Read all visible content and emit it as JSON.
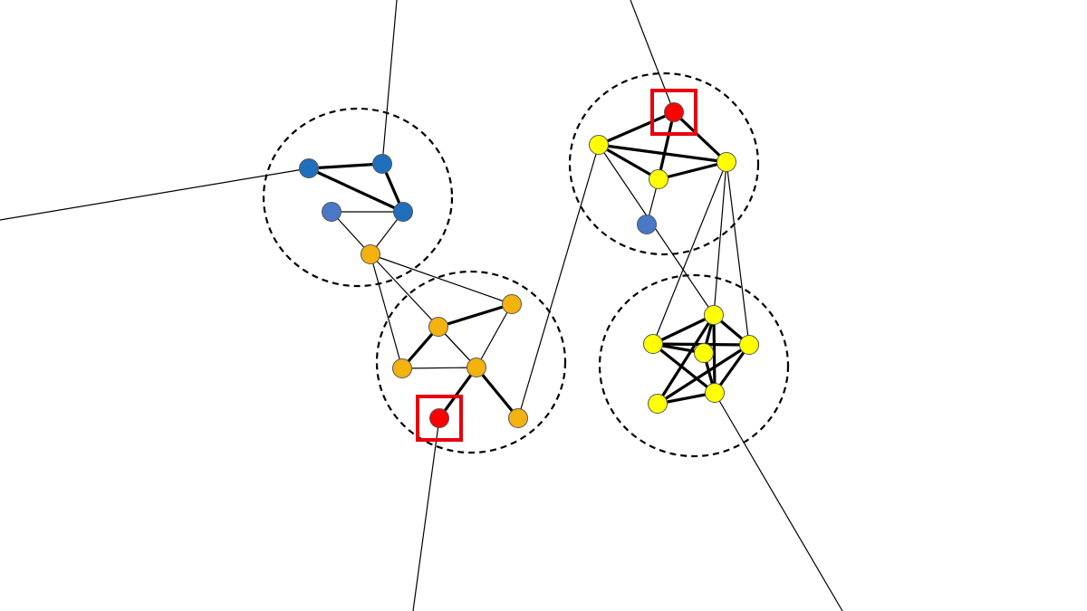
{
  "diagram": {
    "colors": {
      "blue_node": "#1f6fbd",
      "light_blue_node": "#4a78c8",
      "orange_node": "#f4b20f",
      "yellow_node": "#ffff00",
      "red_node": "#ff0000",
      "highlight_box": "#e8000d"
    },
    "clusters": [
      {
        "id": "cluster-top-left",
        "color_group": "blue"
      },
      {
        "id": "cluster-bottom-left",
        "color_group": "orange"
      },
      {
        "id": "cluster-top-right",
        "color_group": "yellow"
      },
      {
        "id": "cluster-bottom-right",
        "color_group": "yellow"
      }
    ],
    "nodes": [
      {
        "id": "b1",
        "color": "blue_node",
        "cluster": "cluster-top-left"
      },
      {
        "id": "b2",
        "color": "blue_node",
        "cluster": "cluster-top-left"
      },
      {
        "id": "b3",
        "color": "light_blue_node",
        "cluster": "cluster-top-left"
      },
      {
        "id": "b4",
        "color": "blue_node",
        "cluster": "cluster-top-left"
      },
      {
        "id": "o0",
        "color": "orange_node",
        "cluster": "cluster-top-left"
      },
      {
        "id": "o1",
        "color": "orange_node",
        "cluster": "cluster-bottom-left"
      },
      {
        "id": "o2",
        "color": "orange_node",
        "cluster": "cluster-bottom-left"
      },
      {
        "id": "o3",
        "color": "orange_node",
        "cluster": "cluster-bottom-left"
      },
      {
        "id": "o4",
        "color": "orange_node",
        "cluster": "cluster-bottom-left"
      },
      {
        "id": "o5",
        "color": "orange_node",
        "cluster": "cluster-bottom-left"
      },
      {
        "id": "r1",
        "color": "red_node",
        "cluster": "cluster-bottom-left",
        "highlighted": true
      },
      {
        "id": "r2",
        "color": "red_node",
        "cluster": "cluster-top-right",
        "highlighted": true
      },
      {
        "id": "y1",
        "color": "yellow_node",
        "cluster": "cluster-top-right"
      },
      {
        "id": "y2",
        "color": "yellow_node",
        "cluster": "cluster-top-right"
      },
      {
        "id": "y3",
        "color": "yellow_node",
        "cluster": "cluster-top-right"
      },
      {
        "id": "bb",
        "color": "light_blue_node",
        "cluster": "cluster-top-right"
      },
      {
        "id": "y4",
        "color": "yellow_node",
        "cluster": "cluster-bottom-right"
      },
      {
        "id": "y5",
        "color": "yellow_node",
        "cluster": "cluster-bottom-right"
      },
      {
        "id": "y6",
        "color": "yellow_node",
        "cluster": "cluster-bottom-right"
      },
      {
        "id": "y7",
        "color": "yellow_node",
        "cluster": "cluster-bottom-right"
      },
      {
        "id": "y8",
        "color": "yellow_node",
        "cluster": "cluster-bottom-right"
      },
      {
        "id": "y9",
        "color": "yellow_node",
        "cluster": "cluster-bottom-right"
      }
    ],
    "edges": [
      {
        "from": "b1",
        "to": "b2",
        "weight": "strong"
      },
      {
        "from": "b1",
        "to": "b4",
        "weight": "strong"
      },
      {
        "from": "b2",
        "to": "b4",
        "weight": "strong"
      },
      {
        "from": "b3",
        "to": "b4",
        "weight": "weak"
      },
      {
        "from": "b3",
        "to": "o0",
        "weight": "weak"
      },
      {
        "from": "b4",
        "to": "o0",
        "weight": "weak"
      },
      {
        "from": "o0",
        "to": "o3",
        "weight": "weak"
      },
      {
        "from": "o0",
        "to": "o4",
        "weight": "weak"
      },
      {
        "from": "o0",
        "to": "o2",
        "weight": "weak"
      },
      {
        "from": "o1",
        "to": "o3",
        "weight": "strong"
      },
      {
        "from": "o1",
        "to": "o2",
        "weight": "strong"
      },
      {
        "from": "o1",
        "to": "o4",
        "weight": "weak"
      },
      {
        "from": "o2",
        "to": "o4",
        "weight": "weak"
      },
      {
        "from": "o3",
        "to": "o4",
        "weight": "weak"
      },
      {
        "from": "o4",
        "to": "r1",
        "weight": "strong"
      },
      {
        "from": "o4",
        "to": "o5",
        "weight": "strong"
      },
      {
        "from": "r2",
        "to": "y1",
        "weight": "strong"
      },
      {
        "from": "r2",
        "to": "y3",
        "weight": "strong"
      },
      {
        "from": "r2",
        "to": "y2",
        "weight": "strong"
      },
      {
        "from": "y1",
        "to": "y2",
        "weight": "strong"
      },
      {
        "from": "y1",
        "to": "y3",
        "weight": "strong"
      },
      {
        "from": "y2",
        "to": "y3",
        "weight": "strong"
      },
      {
        "from": "y2",
        "to": "bb",
        "weight": "weak"
      },
      {
        "from": "y1",
        "to": "y5",
        "weight": "weak"
      },
      {
        "from": "y1",
        "to": "o5",
        "weight": "weak"
      },
      {
        "from": "y3",
        "to": "y5",
        "weight": "weak"
      },
      {
        "from": "y3",
        "to": "y4",
        "weight": "weak"
      },
      {
        "from": "y3",
        "to": "y7",
        "weight": "weak"
      },
      {
        "from": "y5",
        "to": "y4",
        "weight": "strong"
      },
      {
        "from": "y5",
        "to": "y7",
        "weight": "strong"
      },
      {
        "from": "y5",
        "to": "y6",
        "weight": "strong"
      },
      {
        "from": "y5",
        "to": "y8",
        "weight": "strong"
      },
      {
        "from": "y5",
        "to": "y9",
        "weight": "strong"
      },
      {
        "from": "y4",
        "to": "y7",
        "weight": "strong"
      },
      {
        "from": "y4",
        "to": "y9",
        "weight": "strong"
      },
      {
        "from": "y4",
        "to": "y6",
        "weight": "strong"
      },
      {
        "from": "y7",
        "to": "y8",
        "weight": "strong"
      },
      {
        "from": "y7",
        "to": "y9",
        "weight": "strong"
      },
      {
        "from": "y8",
        "to": "y9",
        "weight": "strong"
      },
      {
        "from": "y6",
        "to": "y9",
        "weight": "strong"
      }
    ],
    "external_links": [
      {
        "from": "b1",
        "direction": "left"
      },
      {
        "from": "b2",
        "direction": "top"
      },
      {
        "from": "r1",
        "direction": "bottom"
      },
      {
        "from": "r2",
        "direction": "top"
      },
      {
        "from": "y9",
        "direction": "bottom-right"
      }
    ]
  }
}
